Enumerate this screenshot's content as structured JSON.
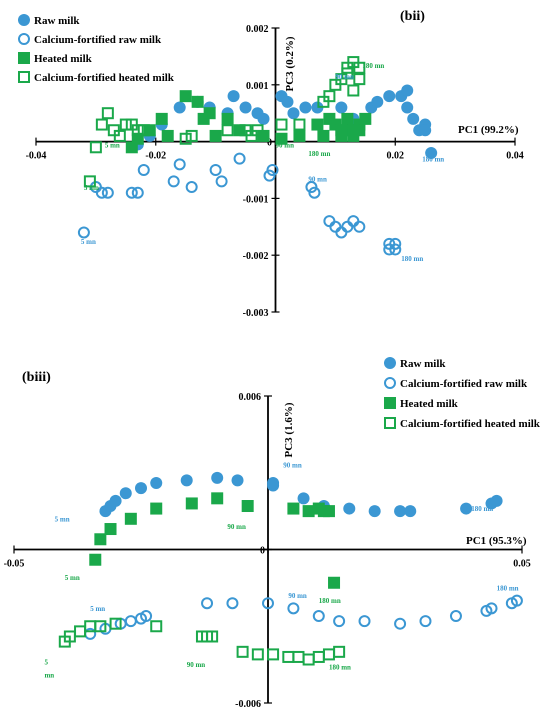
{
  "colors": {
    "blue": "#3b97d3",
    "green": "#1aa84a"
  },
  "chart_data": [
    {
      "type": "scatter",
      "panel_label": "(bii)",
      "xlabel": "PC1 (99.2%)",
      "ylabel": "PC3 (0.2%)",
      "xlim": [
        -0.04,
        0.04
      ],
      "ylim": [
        -0.003,
        0.002
      ],
      "x_ticks": [
        "-0.04",
        "-0.02",
        "0",
        "0.02",
        "0.04"
      ],
      "y_ticks": [
        "0.002",
        "0.001",
        "0",
        "-0.001",
        "-0.002",
        "-0.003"
      ],
      "legend": [
        "Raw milk",
        "Calcium-fortified raw milk",
        "Heated milk",
        "Calcium-fortified heated milk"
      ],
      "series": [
        {
          "name": "Raw milk",
          "marker": "circle-filled",
          "color": "blue",
          "x": [
            -0.023,
            -0.021,
            -0.019,
            -0.016,
            -0.013,
            -0.011,
            -0.008,
            -0.007,
            -0.005,
            -0.003,
            -0.002,
            0.001,
            0.002,
            0.003,
            0.005,
            0.007,
            0.011,
            0.013,
            0.016,
            0.017,
            0.019,
            0.021,
            0.022,
            0.022,
            0.023,
            0.024,
            0.025,
            0.025,
            0.026
          ],
          "y": [
            -5e-05,
            0.0001,
            0.0003,
            0.0006,
            0.0007,
            0.0006,
            0.0005,
            0.0008,
            0.0006,
            0.0005,
            0.0004,
            0.0008,
            0.0007,
            0.0005,
            0.0006,
            0.0006,
            0.0006,
            0.0004,
            0.0006,
            0.0007,
            0.0008,
            0.0008,
            0.0009,
            0.0006,
            0.0004,
            0.0002,
            0.0003,
            0.0002,
            -0.0002
          ]
        },
        {
          "name": "Calcium-fortified raw milk",
          "marker": "circle-open",
          "color": "blue",
          "x": [
            -0.032,
            -0.03,
            -0.029,
            -0.028,
            -0.024,
            -0.023,
            -0.022,
            -0.017,
            -0.016,
            -0.014,
            -0.01,
            -0.009,
            -0.006,
            -0.001,
            -0.0005,
            0.006,
            0.0065,
            0.009,
            0.01,
            0.011,
            0.012,
            0.013,
            0.014,
            0.019,
            0.019,
            0.02,
            0.02
          ],
          "y": [
            -0.0016,
            -0.0008,
            -0.0009,
            -0.0009,
            -0.0009,
            -0.0009,
            -0.0005,
            -0.0007,
            -0.0004,
            -0.0008,
            -0.0005,
            -0.0007,
            -0.0003,
            -0.0006,
            -0.0005,
            -0.0008,
            -0.0009,
            -0.0014,
            -0.0015,
            -0.0016,
            -0.0015,
            -0.0014,
            -0.0015,
            -0.0018,
            -0.0019,
            -0.0018,
            -0.0019
          ]
        },
        {
          "name": "Heated milk",
          "marker": "square-filled",
          "color": "green",
          "x": [
            -0.024,
            -0.023,
            -0.021,
            -0.019,
            -0.018,
            -0.015,
            -0.013,
            -0.012,
            -0.011,
            -0.01,
            -0.008,
            -0.006,
            -0.002,
            0.001,
            0.004,
            0.007,
            0.008,
            0.009,
            0.01,
            0.011,
            0.011,
            0.012,
            0.012,
            0.013,
            0.013,
            0.014,
            0.014,
            0.015
          ],
          "y": [
            -0.0001,
            5e-05,
            0.0002,
            0.0004,
            0.0001,
            0.0008,
            0.0007,
            0.0004,
            0.0005,
            0.0001,
            0.0004,
            0.0002,
            0.0001,
            5e-05,
            0.0001,
            0.0003,
            0.0001,
            0.0004,
            0.0003,
            0.0002,
            0.0001,
            0.0004,
            0.0002,
            0.0002,
            0.0001,
            0.0003,
            0.0002,
            0.0004
          ]
        },
        {
          "name": "Calcium-fortified heated milk",
          "marker": "square-open",
          "color": "green",
          "x": [
            -0.031,
            -0.03,
            -0.029,
            -0.028,
            -0.027,
            -0.026,
            -0.025,
            -0.024,
            -0.023,
            -0.022,
            -0.015,
            -0.014,
            -0.008,
            -0.005,
            -0.004,
            -0.003,
            0.001,
            0.004,
            0.008,
            0.009,
            0.01,
            0.011,
            0.012,
            0.012,
            0.013,
            0.013,
            0.014,
            0.014
          ],
          "y": [
            -0.0007,
            -0.0001,
            0.0003,
            0.0005,
            0.0002,
            0.0001,
            0.0003,
            0.0003,
            0.0002,
            0.0002,
            5e-05,
            0.0001,
            0.0002,
            0.0002,
            0.0001,
            0.0002,
            0.0003,
            0.0003,
            0.0007,
            0.0008,
            0.001,
            0.0011,
            0.0012,
            0.0013,
            0.0014,
            0.0009,
            0.0013,
            0.0011
          ]
        }
      ],
      "annotations": [
        {
          "text": "5 mn",
          "x": -0.032,
          "y": -0.00085,
          "color": "green"
        },
        {
          "text": "5 mn",
          "x": -0.0285,
          "y": -0.0001,
          "color": "green"
        },
        {
          "text": "5 mn",
          "x": -0.0325,
          "y": -0.0018,
          "color": "blue"
        },
        {
          "text": "90 mn",
          "x": 0.0,
          "y": -0.0001,
          "color": "green"
        },
        {
          "text": "90 mn",
          "x": 0.0055,
          "y": -0.0007,
          "color": "blue"
        },
        {
          "text": "90 mn",
          "x": 0.01,
          "y": 0.0011,
          "color": "blue"
        },
        {
          "text": "180 mn",
          "x": 0.0055,
          "y": -0.00025,
          "color": "green"
        },
        {
          "text": "180 mn",
          "x": 0.0145,
          "y": 0.0013,
          "color": "green"
        },
        {
          "text": "180 mn",
          "x": 0.021,
          "y": -0.0021,
          "color": "blue"
        },
        {
          "text": "180 mn",
          "x": 0.0245,
          "y": -0.00035,
          "color": "blue"
        }
      ]
    },
    {
      "type": "scatter",
      "panel_label": "(biii)",
      "xlabel": "PC1 (95.3%)",
      "ylabel": "PC3 (1.6%)",
      "xlim": [
        -0.05,
        0.05
      ],
      "ylim": [
        -0.006,
        0.006
      ],
      "x_ticks": [
        "-0.05",
        "0",
        "0.05"
      ],
      "y_ticks": [
        "0.006",
        "0",
        "-0.006"
      ],
      "legend": [
        "Raw milk",
        "Calcium-fortified raw milk",
        "Heated milk",
        "Calcium-fortified heated milk"
      ],
      "series": [
        {
          "name": "Raw milk",
          "marker": "circle-filled",
          "color": "blue",
          "x": [
            -0.032,
            -0.031,
            -0.03,
            -0.028,
            -0.025,
            -0.022,
            -0.016,
            -0.01,
            -0.006,
            0.001,
            0.001,
            0.007,
            0.011,
            0.016,
            0.021,
            0.026,
            0.028,
            0.039,
            0.044,
            0.045
          ],
          "y": [
            0.0015,
            0.0017,
            0.0019,
            0.0022,
            0.0024,
            0.0026,
            0.0027,
            0.0028,
            0.0027,
            0.0025,
            0.0026,
            0.002,
            0.0017,
            0.0016,
            0.0015,
            0.0015,
            0.0015,
            0.0016,
            0.0018,
            0.0019
          ]
        },
        {
          "name": "Calcium-fortified raw milk",
          "marker": "circle-open",
          "color": "blue",
          "x": [
            -0.035,
            -0.032,
            -0.029,
            -0.027,
            -0.025,
            -0.024,
            -0.012,
            -0.007,
            0.0,
            0.005,
            0.01,
            0.014,
            0.019,
            0.026,
            0.031,
            0.037,
            0.043,
            0.044,
            0.048,
            0.049
          ],
          "y": [
            -0.0033,
            -0.0031,
            -0.0029,
            -0.0028,
            -0.0027,
            -0.0026,
            -0.0021,
            -0.0021,
            -0.0021,
            -0.0023,
            -0.0026,
            -0.0028,
            -0.0028,
            -0.0029,
            -0.0028,
            -0.0026,
            -0.0024,
            -0.0023,
            -0.0021,
            -0.002
          ]
        },
        {
          "name": "Heated milk",
          "marker": "square-filled",
          "color": "green",
          "x": [
            -0.034,
            -0.033,
            -0.031,
            -0.027,
            -0.022,
            -0.015,
            -0.01,
            -0.004,
            0.005,
            0.008,
            0.01,
            0.011,
            0.012,
            0.013
          ],
          "y": [
            -0.0004,
            0.0004,
            0.0008,
            0.0012,
            0.0016,
            0.0018,
            0.002,
            0.0017,
            0.0016,
            0.0015,
            0.0016,
            0.0015,
            0.0015,
            -0.0013
          ]
        },
        {
          "name": "Calcium-fortified heated milk",
          "marker": "square-open",
          "color": "green",
          "x": [
            -0.04,
            -0.039,
            -0.037,
            -0.035,
            -0.033,
            -0.03,
            -0.022,
            -0.013,
            -0.012,
            -0.011,
            -0.005,
            -0.002,
            0.001,
            0.004,
            0.006,
            0.008,
            0.01,
            0.012,
            0.014
          ],
          "y": [
            -0.0036,
            -0.0034,
            -0.0032,
            -0.003,
            -0.003,
            -0.0029,
            -0.003,
            -0.0034,
            -0.0034,
            -0.0034,
            -0.004,
            -0.0041,
            -0.0041,
            -0.0042,
            -0.0042,
            -0.0043,
            -0.0042,
            -0.0041,
            -0.004
          ]
        }
      ],
      "annotations": [
        {
          "text": "5 mn",
          "x": -0.042,
          "y": 0.0011,
          "color": "blue"
        },
        {
          "text": "5 mn",
          "x": -0.04,
          "y": -0.0012,
          "color": "green"
        },
        {
          "text": "5 mn",
          "x": -0.035,
          "y": -0.0024,
          "color": "blue"
        },
        {
          "text": "5",
          "x": -0.044,
          "y": -0.0045,
          "color": "green"
        },
        {
          "text": "mn",
          "x": -0.044,
          "y": -0.005,
          "color": "green"
        },
        {
          "text": "90 mn",
          "x": 0.003,
          "y": 0.0032,
          "color": "blue"
        },
        {
          "text": "90 mn",
          "x": -0.008,
          "y": 0.0008,
          "color": "green"
        },
        {
          "text": "90 mn",
          "x": 0.004,
          "y": -0.0019,
          "color": "blue"
        },
        {
          "text": "90 mn",
          "x": -0.016,
          "y": -0.0046,
          "color": "green"
        },
        {
          "text": "180 mn",
          "x": 0.01,
          "y": -0.0021,
          "color": "green"
        },
        {
          "text": "180 mn",
          "x": 0.04,
          "y": 0.0015,
          "color": "blue"
        },
        {
          "text": "180 mn",
          "x": 0.045,
          "y": -0.0016,
          "color": "blue"
        },
        {
          "text": "180 mn",
          "x": 0.012,
          "y": -0.0047,
          "color": "green"
        }
      ]
    }
  ]
}
